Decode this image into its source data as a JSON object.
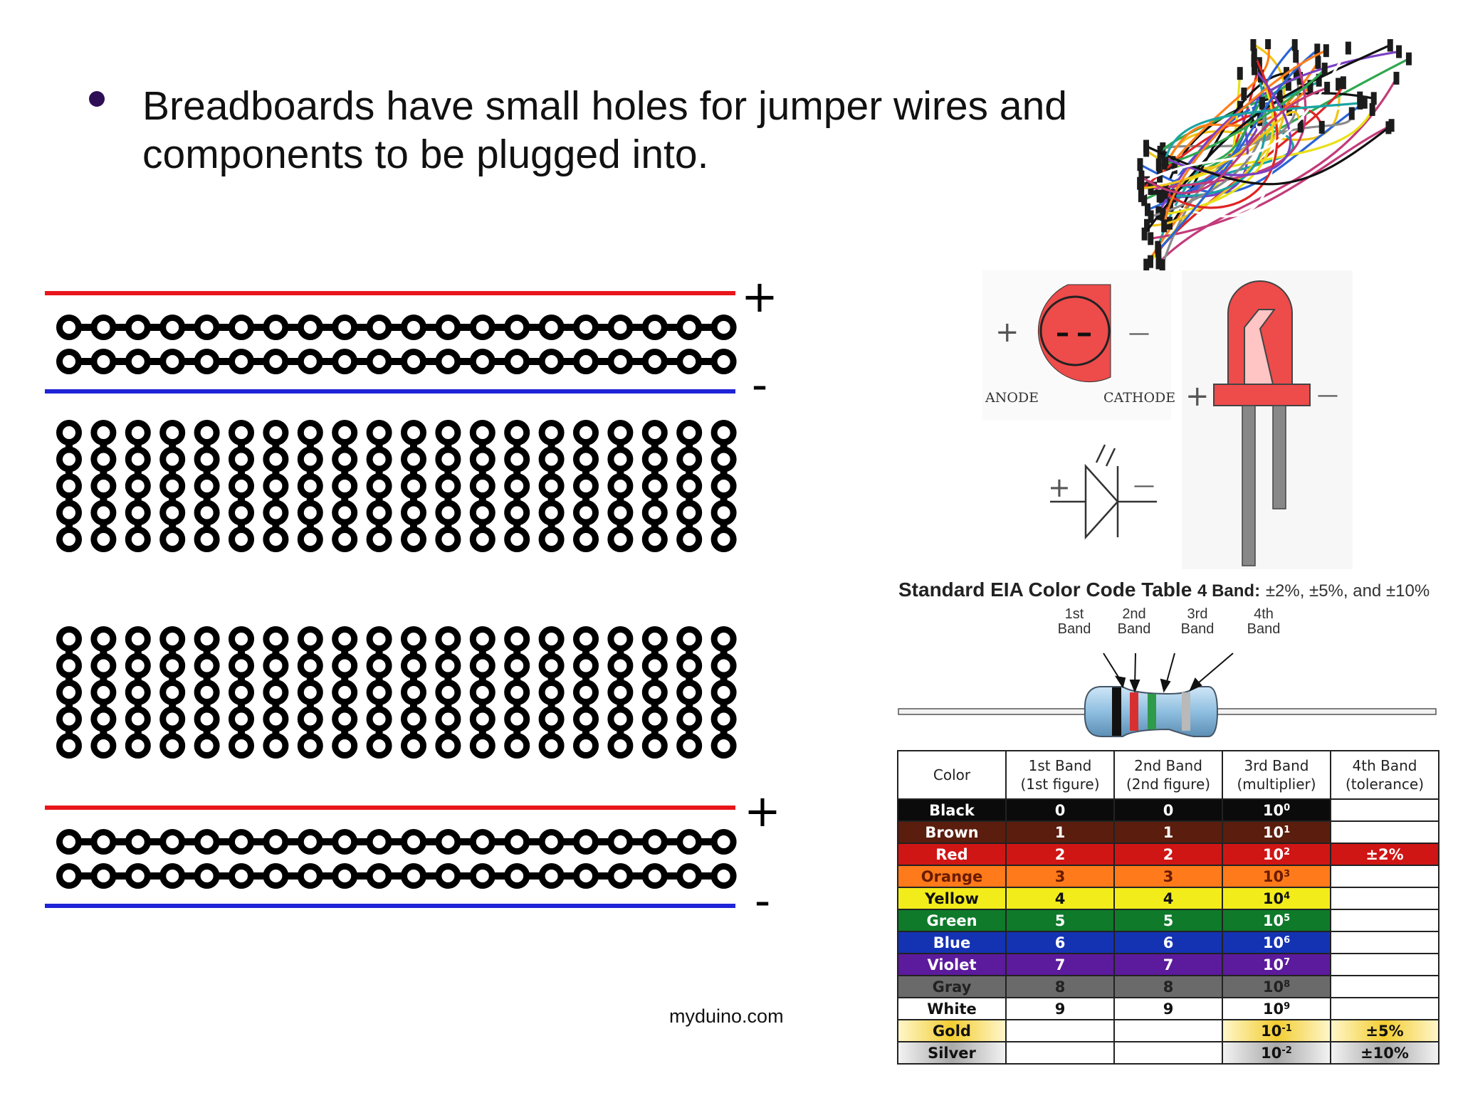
{
  "bullet": {
    "text": "Breadboards have small holes for jumper wires and components to be plugged into."
  },
  "credit": "myduino.com",
  "breadboard": {
    "top_rail_plus": "+",
    "top_rail_minus": "-",
    "bottom_rail_plus": "+",
    "bottom_rail_minus": "-",
    "rail_color_positive": "#e8161b",
    "rail_color_negative": "#1f24d6"
  },
  "led": {
    "anode_label": "ANODE",
    "cathode_label": "CATHODE",
    "plus_sign": "+",
    "minus_sign": "—",
    "led_color": "#ee4b4b"
  },
  "eia": {
    "title": "Standard EIA Color Code Table",
    "band_count": "4 Band:",
    "tolerances": "±2%, ±5%, and ±10%",
    "band_labels": [
      {
        "line1": "1st",
        "line2": "Band"
      },
      {
        "line1": "2nd",
        "line2": "Band"
      },
      {
        "line1": "3rd",
        "line2": "Band"
      },
      {
        "line1": "4th",
        "line2": "Band"
      }
    ],
    "headers": [
      {
        "l1": "Color",
        "l2": ""
      },
      {
        "l1": "1st Band",
        "l2": "(1st figure)"
      },
      {
        "l1": "2nd Band",
        "l2": "(2nd figure)"
      },
      {
        "l1": "3rd Band",
        "l2": "(multiplier)"
      },
      {
        "l1": "4th Band",
        "l2": "(tolerance)"
      }
    ],
    "rows": [
      {
        "color": "Black",
        "hex": "#0b0b0b",
        "text": "#ffffff",
        "d1": "0",
        "d2": "0",
        "mult": "0",
        "tol": ""
      },
      {
        "color": "Brown",
        "hex": "#5b1d0d",
        "text": "#ffffff",
        "d1": "1",
        "d2": "1",
        "mult": "1",
        "tol": ""
      },
      {
        "color": "Red",
        "hex": "#d01515",
        "text": "#ffffff",
        "d1": "2",
        "d2": "2",
        "mult": "2",
        "tol": "±2%"
      },
      {
        "color": "Orange",
        "hex": "#ff7a1a",
        "text": "#6a1a00",
        "d1": "3",
        "d2": "3",
        "mult": "3",
        "tol": ""
      },
      {
        "color": "Yellow",
        "hex": "#f2ec1b",
        "text": "#111111",
        "d1": "4",
        "d2": "4",
        "mult": "4",
        "tol": ""
      },
      {
        "color": "Green",
        "hex": "#0e7a2a",
        "text": "#ffffff",
        "d1": "5",
        "d2": "5",
        "mult": "5",
        "tol": ""
      },
      {
        "color": "Blue",
        "hex": "#1433b3",
        "text": "#ffffff",
        "d1": "6",
        "d2": "6",
        "mult": "6",
        "tol": ""
      },
      {
        "color": "Violet",
        "hex": "#5c1a9c",
        "text": "#ffffff",
        "d1": "7",
        "d2": "7",
        "mult": "7",
        "tol": ""
      },
      {
        "color": "Gray",
        "hex": "#6a6a6a",
        "text": "#222222",
        "d1": "8",
        "d2": "8",
        "mult": "8",
        "tol": ""
      },
      {
        "color": "White",
        "hex": "#ffffff",
        "text": "#111111",
        "d1": "9",
        "d2": "9",
        "mult": "9",
        "tol": ""
      },
      {
        "color": "Gold",
        "hex": "#f2cd32",
        "text": "#111111",
        "d1": "",
        "d2": "",
        "mult": "-1",
        "tol": "±5%"
      },
      {
        "color": "Silver",
        "hex": "#b8b8b8",
        "text": "#111111",
        "d1": "",
        "d2": "",
        "mult": "-2",
        "tol": "±10%"
      }
    ],
    "multiplier_base": "10"
  }
}
